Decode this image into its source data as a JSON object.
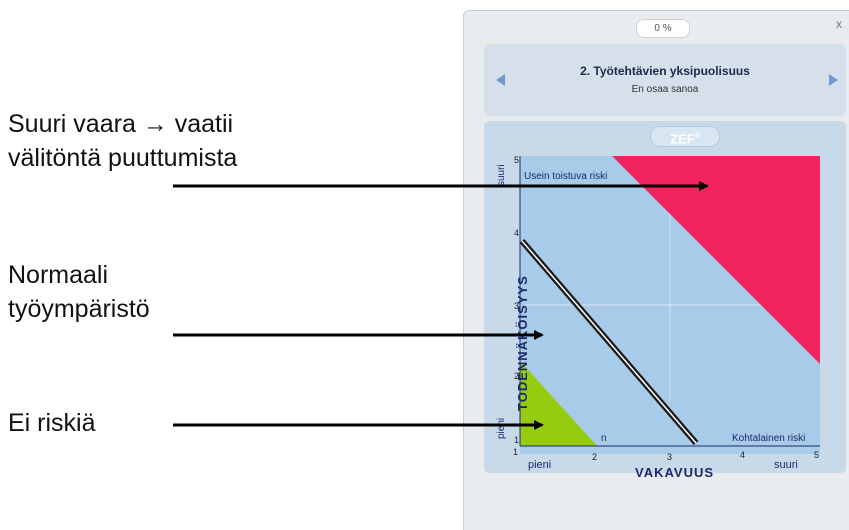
{
  "annotations": [
    {
      "line1": "Suuri vaara → vaatii",
      "line2": "välitöntä puuttumista"
    },
    {
      "line1": "Normaali",
      "line2": "työympäristö"
    },
    {
      "line1": "Ei riskiä"
    }
  ],
  "widget": {
    "progress": "0 %",
    "close": "x",
    "question_title": "2. Työtehtävien yksipuolisuus",
    "question_answer": "En osaa sanoa",
    "logo": "ZEF",
    "logo_mark": "®"
  },
  "colors": {
    "high_risk": "#f2245e",
    "no_risk": "#95cc10",
    "plot_area": "#a9cbea",
    "axis_title": "#1b2a6a"
  },
  "chart_data": {
    "type": "scatter",
    "xlabel": "VAKAVUUS",
    "ylabel": "TODENNÄKÖISYYS",
    "xlim": [
      1,
      5
    ],
    "ylim": [
      1,
      5
    ],
    "xticks": [
      "1",
      "2",
      "3",
      "4",
      "5"
    ],
    "yticks": [
      "1",
      "2",
      "3",
      "4",
      "5"
    ],
    "x_end_labels": {
      "low": "pieni",
      "high": "suuri"
    },
    "y_end_labels": {
      "low": "pieni",
      "high": "suuri"
    },
    "region_labels": {
      "frequent": "Usein toistuva riski",
      "moderate": "Kohtalainen riski",
      "low_partial": "n"
    }
  }
}
